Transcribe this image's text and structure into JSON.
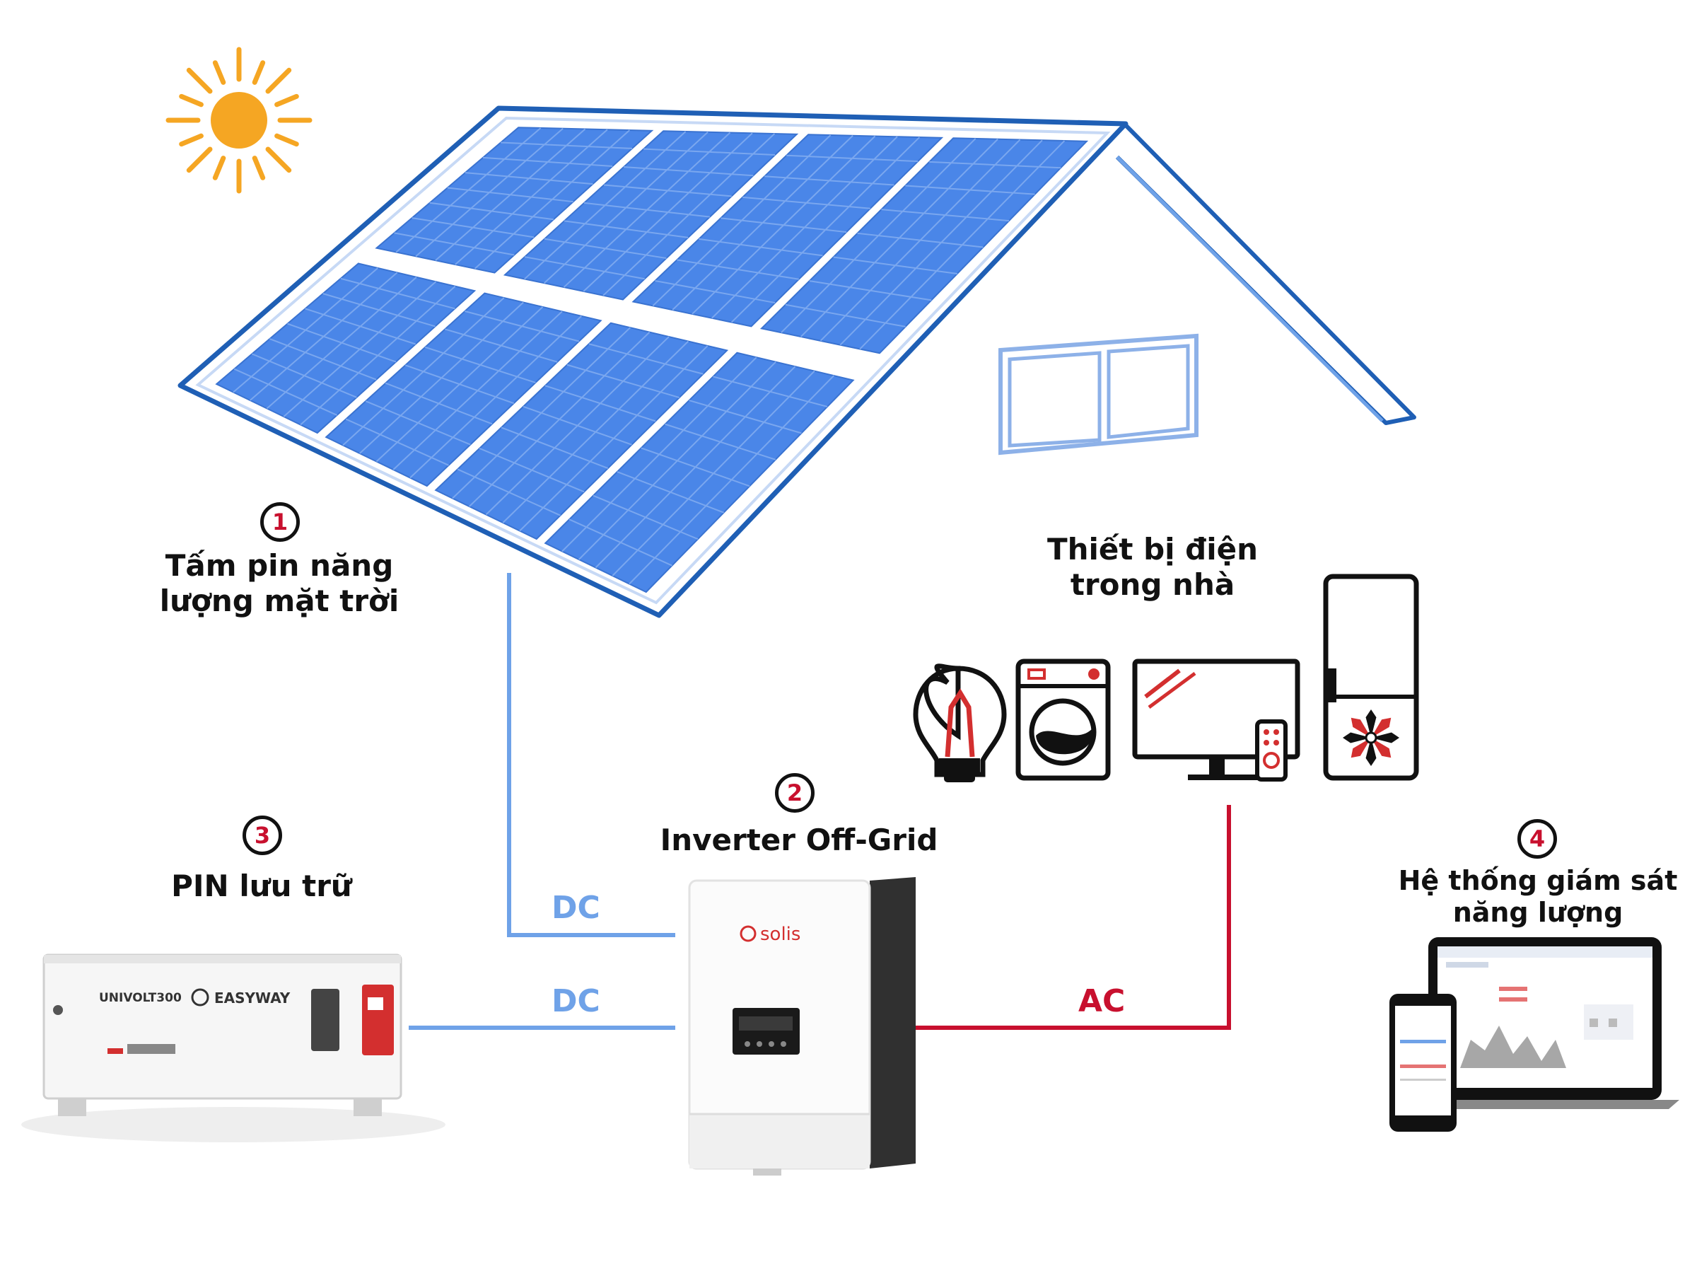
{
  "steps": {
    "panels": {
      "num": "1",
      "line1": "Tấm pin năng",
      "line2": "lượng mặt trời"
    },
    "inverter": {
      "num": "2",
      "line1": "Inverter Off-Grid"
    },
    "battery": {
      "num": "3",
      "line1": "PIN lưu trữ"
    },
    "monitor": {
      "num": "4",
      "line1": "Hệ thống giám sát",
      "line2": "năng lượng"
    }
  },
  "appliances": {
    "line1": "Thiết bị điện",
    "line2": "trong nhà"
  },
  "wires": {
    "dc_top": "DC",
    "dc_bottom": "DC",
    "ac": "AC"
  },
  "battery_brand": {
    "model": "UNIVOLT300",
    "logo": "EASYWAY"
  },
  "inverter_brand": "solis",
  "colors": {
    "roof": "#1f5fb5",
    "panel": "#4a86e8",
    "dc_wire": "#6fa2e8",
    "ac_wire": "#c8102e",
    "sun": "#f5a623",
    "accent_red": "#d32f2f"
  }
}
